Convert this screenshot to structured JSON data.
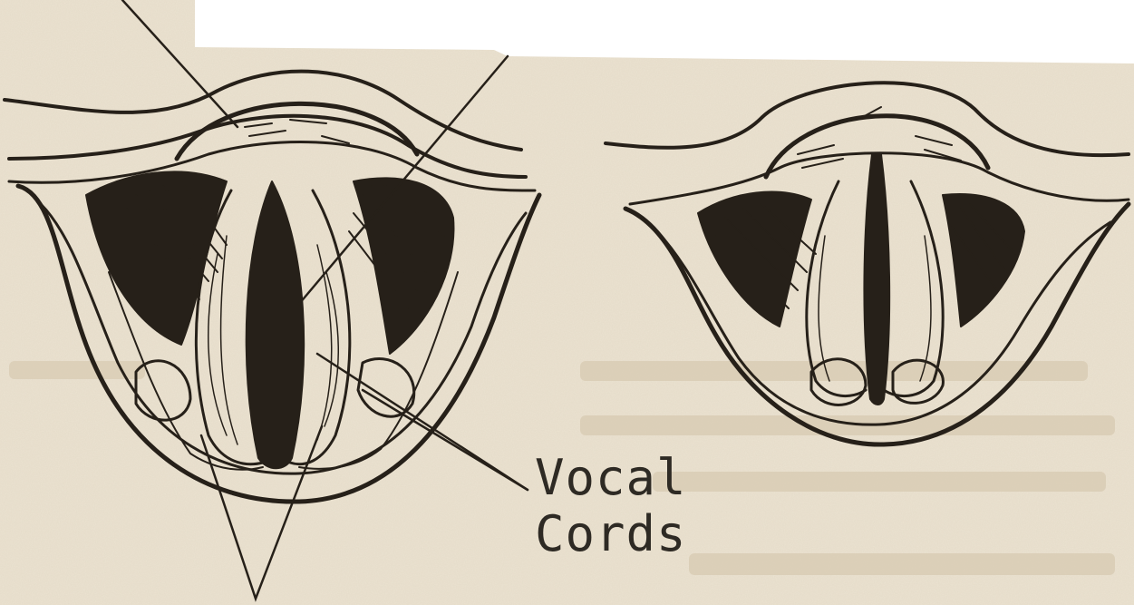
{
  "figure": {
    "caption_line1": "Vocal",
    "caption_line2": "Cords",
    "colors": {
      "paper": "#ece3d1",
      "paper_faded": "#e0d3bd",
      "ink": "#262019",
      "blank": "#ffffff"
    },
    "icons": [
      "larynx-open-glottis",
      "larynx-closed-glottis",
      "pointer-lines"
    ]
  }
}
